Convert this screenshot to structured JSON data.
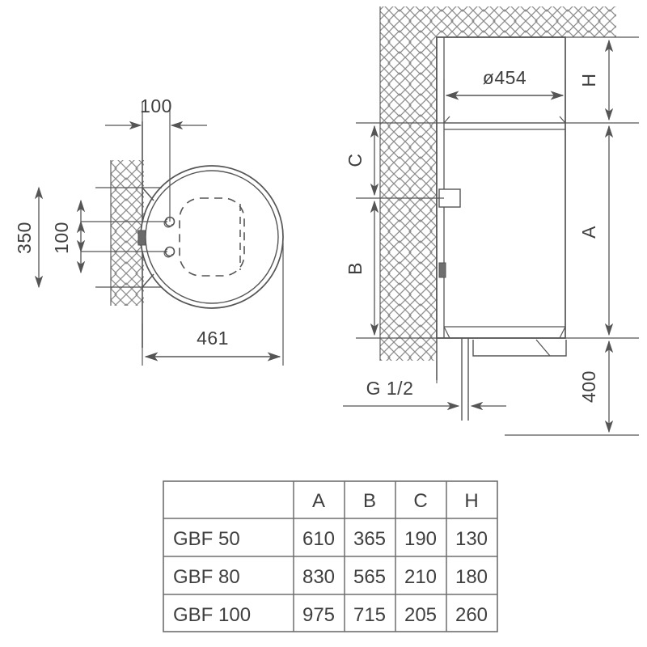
{
  "drawing": {
    "title": "GBF water heater installation dimension drawing",
    "line_color": "#555555",
    "hatch_color": "#8a8a8a",
    "text_color": "#3f3f3f",
    "background": "#ffffff"
  },
  "top_view": {
    "name": "top-view-plan",
    "dimensions": {
      "bracket_spacing_top": "100",
      "wall_offset_total": "350",
      "hole_spacing": "100",
      "depth": "461"
    }
  },
  "side_view": {
    "name": "side-elevation-view",
    "dimensions": {
      "diameter": "ø454",
      "clearance_top": "H",
      "total_height": "A",
      "lower_section": "B",
      "upper_section": "C",
      "floor_clearance": "400",
      "connection_thread": "G 1/2"
    }
  },
  "table": {
    "name": "model-dimension-table",
    "headers": [
      "",
      "A",
      "B",
      "C",
      "H"
    ],
    "rows": [
      {
        "model": "GBF 50",
        "A": "610",
        "B": "365",
        "C": "190",
        "H": "130"
      },
      {
        "model": "GBF 80",
        "A": "830",
        "B": "565",
        "C": "210",
        "H": "180"
      },
      {
        "model": "GBF 100",
        "A": "975",
        "B": "715",
        "C": "205",
        "H": "260"
      }
    ]
  }
}
